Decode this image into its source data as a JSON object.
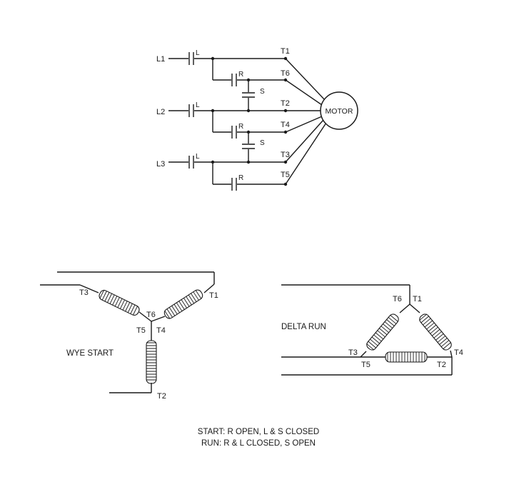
{
  "schematic": {
    "lines": [
      "L1",
      "L2",
      "L3"
    ],
    "contact_l": "L",
    "contact_r": "R",
    "contact_s": "S",
    "terminals": [
      "T1",
      "T6",
      "T2",
      "T4",
      "T3",
      "T5"
    ],
    "motor": "MOTOR"
  },
  "wye": {
    "title": "WYE START",
    "t1": "T1",
    "t2": "T2",
    "t3": "T3",
    "t4": "T4",
    "t5": "T5",
    "t6": "T6"
  },
  "delta": {
    "title": "DELTA RUN",
    "t1": "T1",
    "t2": "T2",
    "t3": "T3",
    "t4": "T4",
    "t5": "T5",
    "t6": "T6"
  },
  "caption": {
    "start": "START: R OPEN, L & S CLOSED",
    "run": "RUN: R & L CLOSED, S OPEN"
  }
}
